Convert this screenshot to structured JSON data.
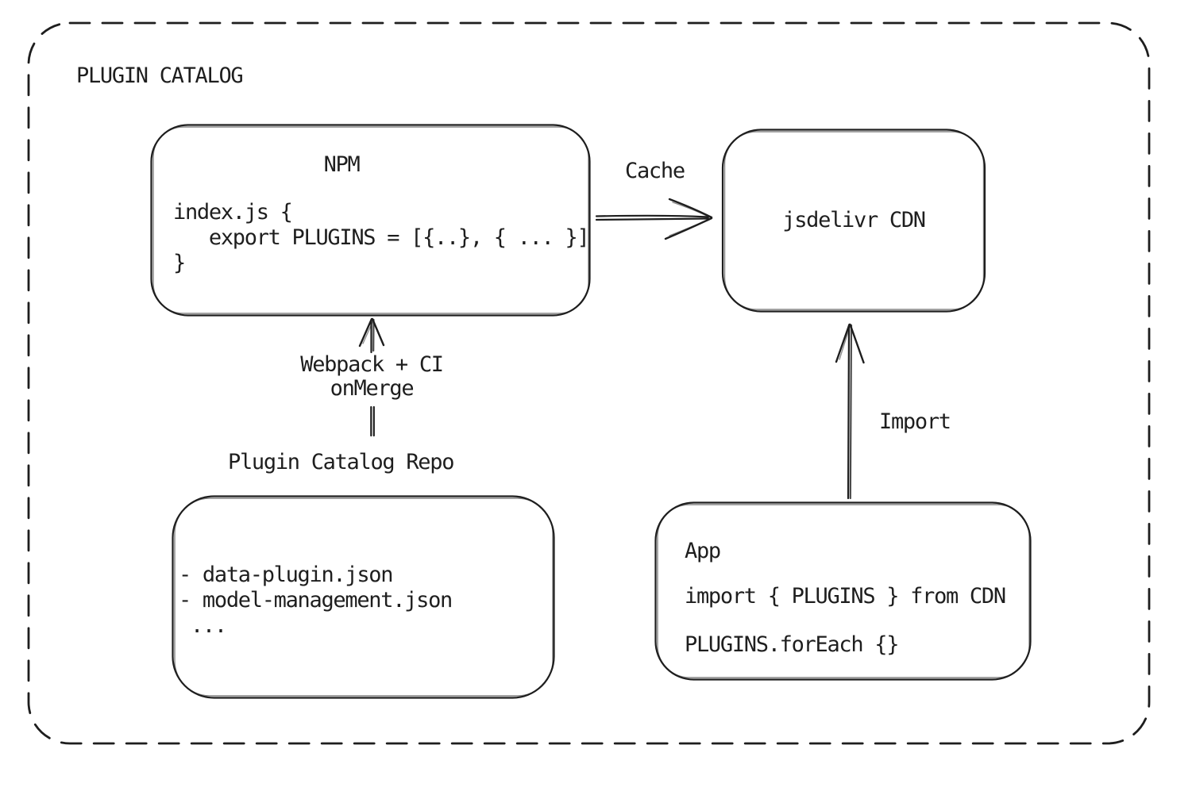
{
  "colors": {
    "stroke": "#1e1e1e",
    "background": "#ffffff"
  },
  "title": "PLUGIN CATALOG",
  "npm": {
    "title": "NPM",
    "code": "index.js {\n   export PLUGINS = [{..}, { ... }]\n}"
  },
  "cdn": {
    "label": "jsdelivr CDN"
  },
  "repo": {
    "label": "Plugin Catalog Repo",
    "files": "- data-plugin.json\n- model-management.json\n ..."
  },
  "app": {
    "title": "App",
    "import_line": "import { PLUGINS } from CDN",
    "foreach_line": "PLUGINS.forEach {}"
  },
  "edges": {
    "cache": "Cache",
    "merge": "Webpack + CI\nonMerge",
    "import": "Import"
  }
}
